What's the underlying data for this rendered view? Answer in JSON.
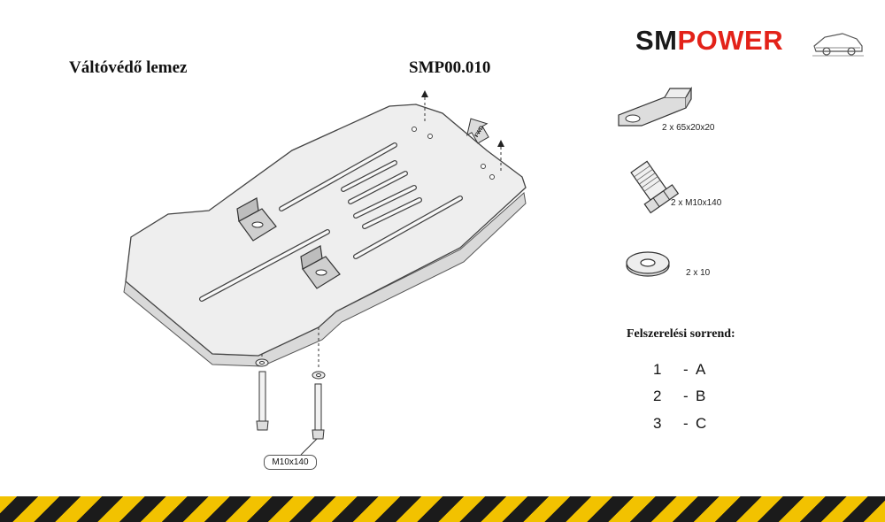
{
  "header": {
    "title": "Váltóvédő lemez",
    "code": "SMP00.010"
  },
  "logo": {
    "sm": "SM",
    "power": "POWER",
    "colors": {
      "dark": "#1a1a1a",
      "red": "#e32219"
    }
  },
  "diagram": {
    "fwd_label": "FWD",
    "bolt_callout": "M10x140"
  },
  "parts": [
    {
      "label": "2  x   65x20x20",
      "icon": "bracket-icon"
    },
    {
      "label": "2  x   M10x140",
      "icon": "bolt-icon"
    },
    {
      "label": "2 x        10",
      "icon": "washer-icon"
    }
  ],
  "assembly": {
    "title": "Felszerelési sorrend:",
    "steps": [
      {
        "num": "1",
        "dash": "-",
        "letter": "A"
      },
      {
        "num": "2",
        "dash": "-",
        "letter": "B"
      },
      {
        "num": "3",
        "dash": "-",
        "letter": "C"
      }
    ]
  },
  "colors": {
    "hazard_yellow": "#f2c200",
    "hazard_black": "#1b1b1b"
  }
}
